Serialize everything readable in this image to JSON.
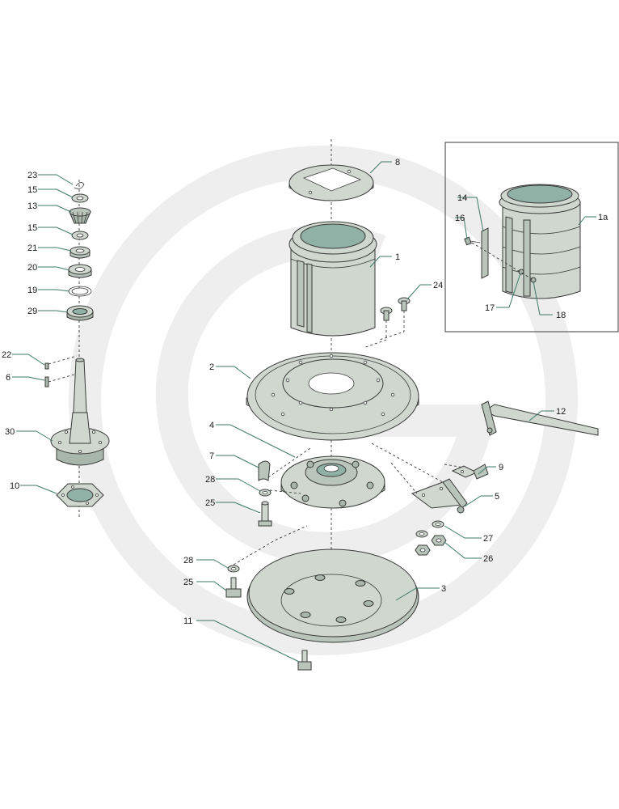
{
  "labels": {
    "l1": "1",
    "l1a": "1a",
    "l2": "2",
    "l3": "3",
    "l4": "4",
    "l5": "5",
    "l6": "6",
    "l7": "7",
    "l8": "8",
    "l9": "9",
    "l10": "10",
    "l11": "11",
    "l12": "12",
    "l13": "13",
    "l14": "14",
    "l15a": "15",
    "l15b": "15",
    "l16": "16",
    "l17": "17",
    "l18": "18",
    "l19": "19",
    "l20": "20",
    "l21": "21",
    "l22": "22",
    "l23": "23",
    "l24": "24",
    "l25a": "25",
    "l25b": "25",
    "l26": "26",
    "l27": "27",
    "l28a": "28",
    "l28b": "28",
    "l29": "29",
    "l30": "30"
  },
  "colors": {
    "part_fill": "#cfd7cf",
    "part_dark": "#a9b6ab",
    "inner_face": "#8fb1a6",
    "leader_line": "#3d7a6a",
    "watermark": "#eeeeee"
  }
}
